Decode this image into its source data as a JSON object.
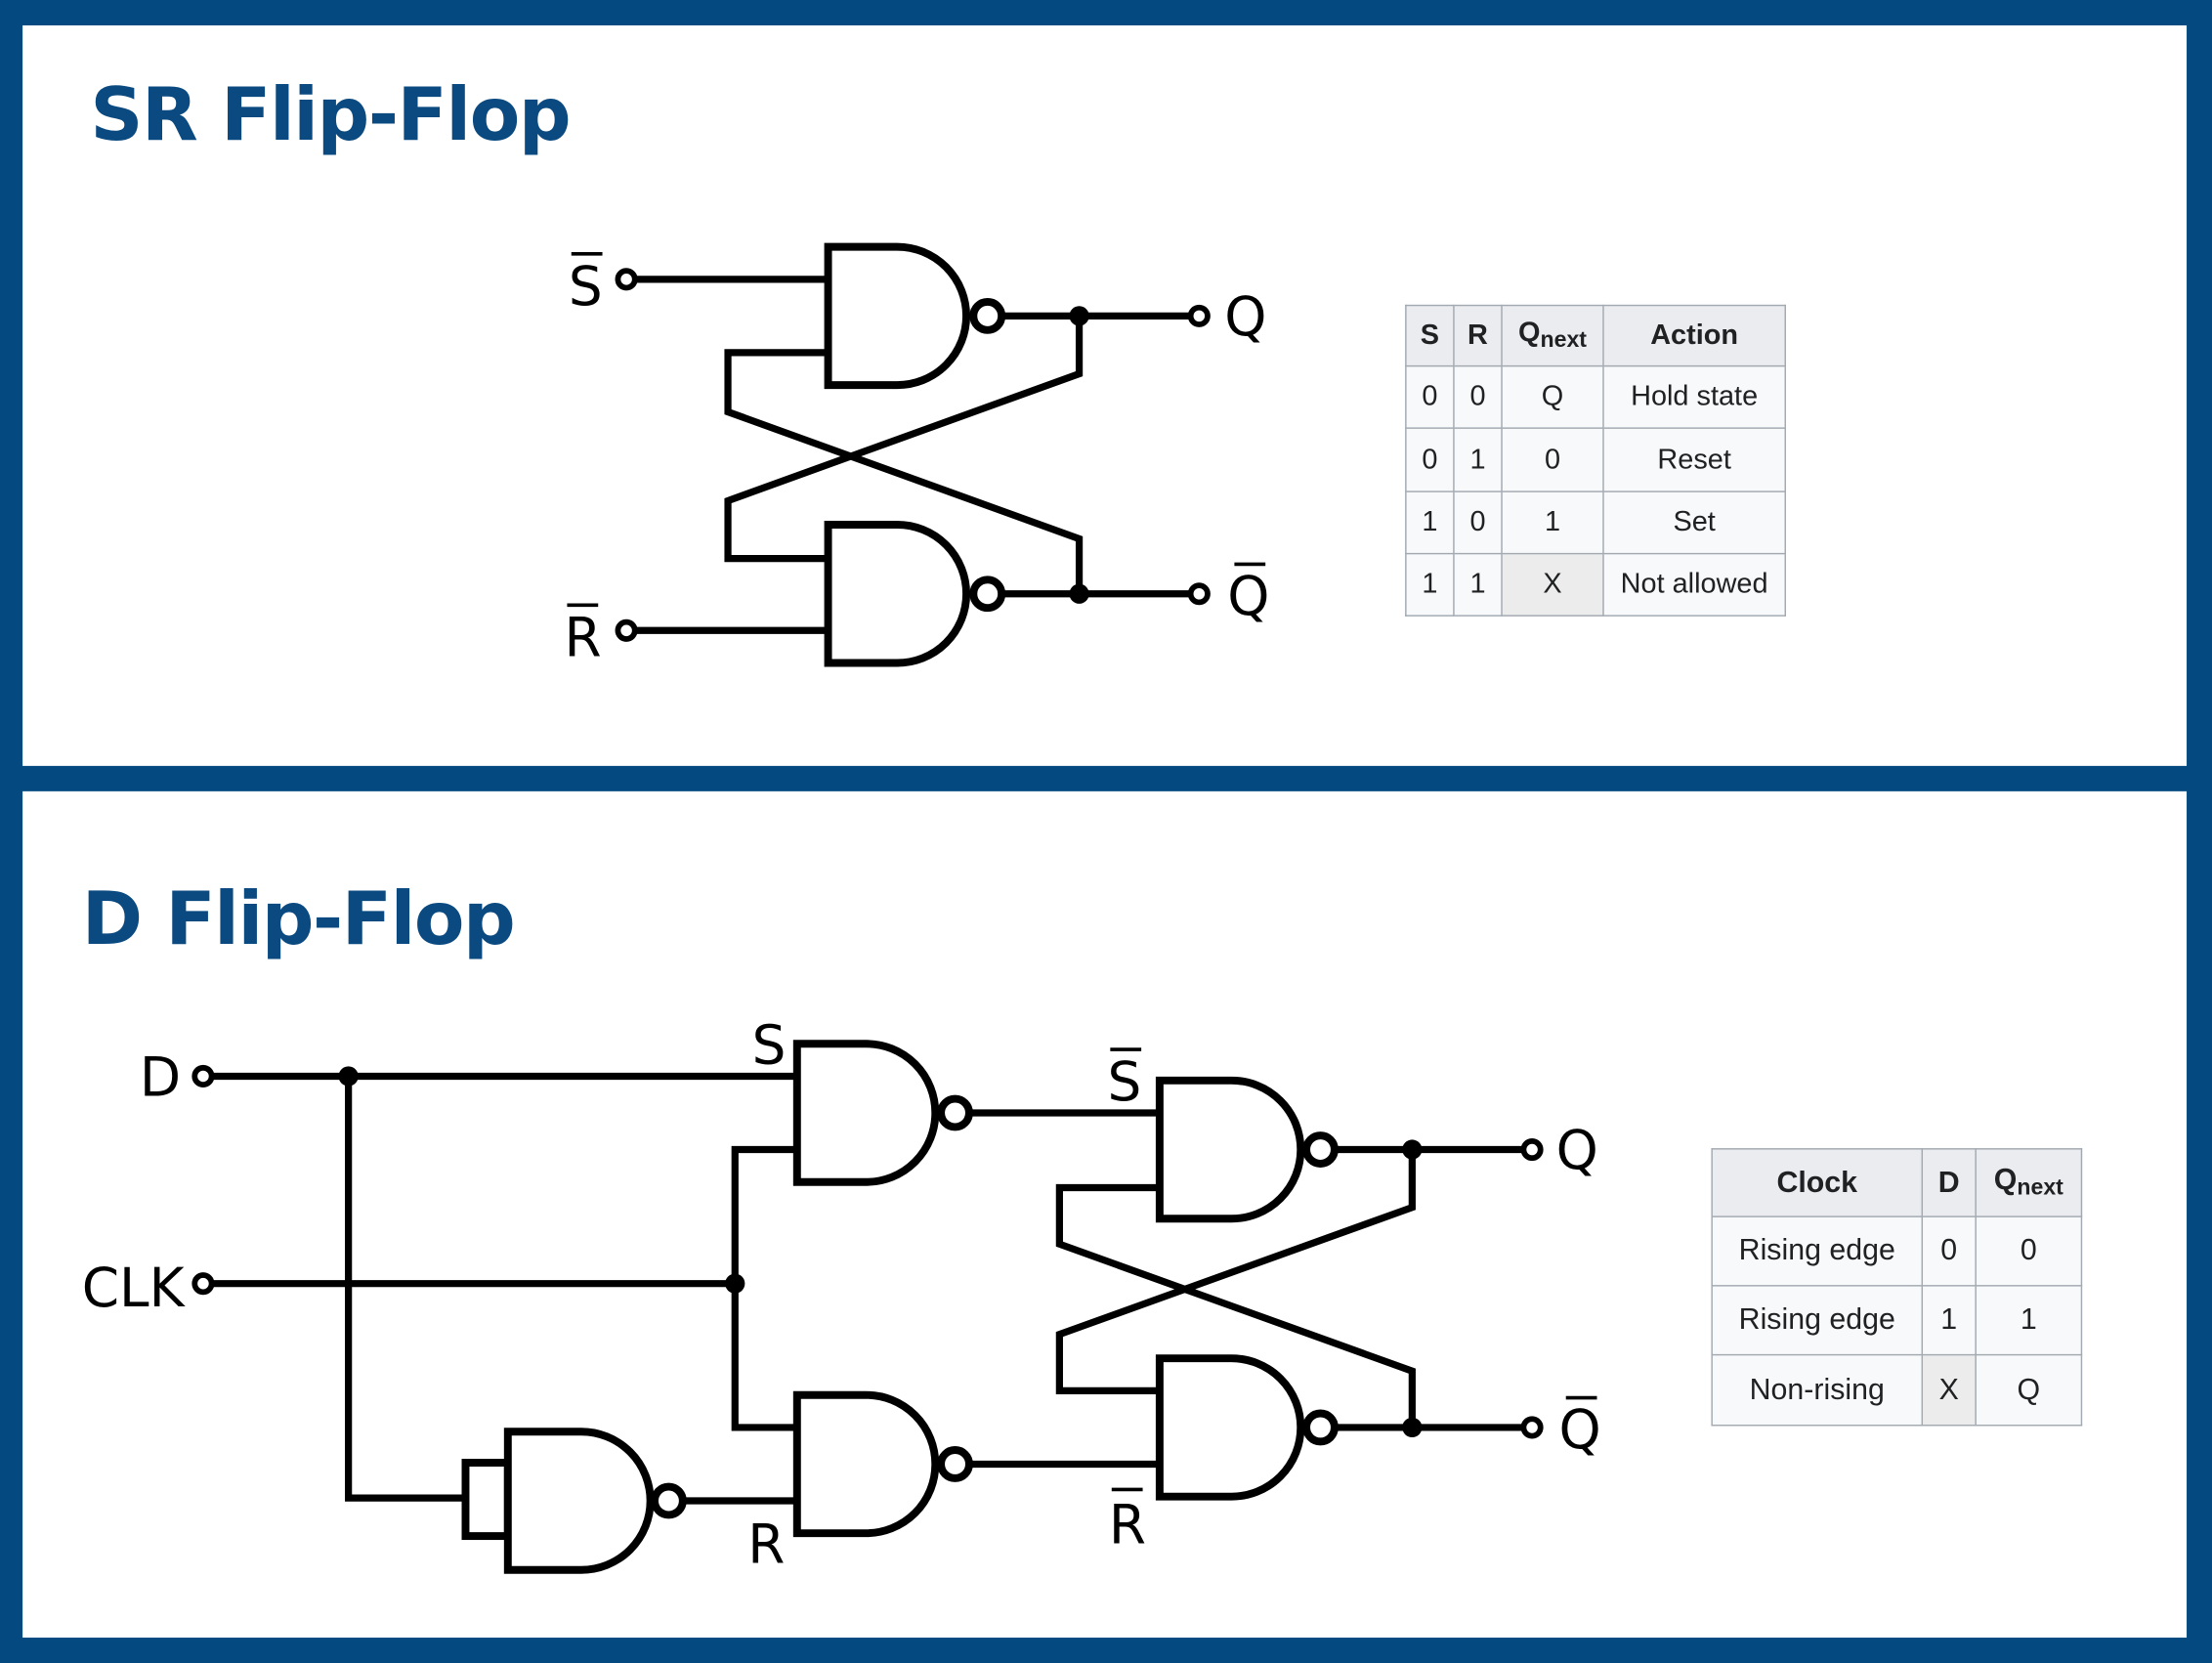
{
  "sr": {
    "title": "SR Flip-Flop",
    "labels": {
      "s_bar": "S",
      "r_bar": "R",
      "q": "Q",
      "q_bar": "Q"
    },
    "table": {
      "headers": {
        "s": "S",
        "r": "R",
        "q_main": "Q",
        "q_sub": "next",
        "action": "Action"
      },
      "rows": [
        {
          "s": "0",
          "r": "0",
          "q": "Q",
          "action": "Hold state"
        },
        {
          "s": "0",
          "r": "1",
          "q": "0",
          "action": "Reset"
        },
        {
          "s": "1",
          "r": "0",
          "q": "1",
          "action": "Set"
        },
        {
          "s": "1",
          "r": "1",
          "q": "X",
          "action": "Not allowed"
        }
      ]
    }
  },
  "d": {
    "title": "D Flip-Flop",
    "labels": {
      "d": "D",
      "clk": "CLK",
      "s": "S",
      "r": "R",
      "s_bar": "S",
      "r_bar": "R",
      "q": "Q",
      "q_bar": "Q"
    },
    "table": {
      "headers": {
        "clock": "Clock",
        "d": "D",
        "q_main": "Q",
        "q_sub": "next"
      },
      "rows": [
        {
          "clock": "Rising edge",
          "d": "0",
          "q": "0"
        },
        {
          "clock": "Rising edge",
          "d": "1",
          "q": "1"
        },
        {
          "clock": "Non-rising",
          "d": "X",
          "q": "Q"
        }
      ]
    }
  },
  "colors": {
    "frame": "#044a80",
    "title": "#0b4a80",
    "table_header": "#eaecf0",
    "dont_care_cell": "#ececec"
  }
}
